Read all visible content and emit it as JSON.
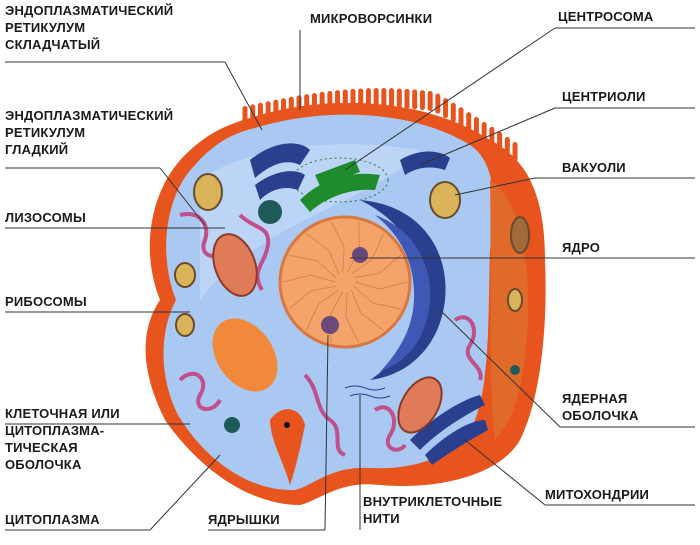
{
  "labels": {
    "er_rough": "ЭНДОПЛАЗМАТИЧЕСКИЙ\nРЕТИКУЛУМ\nСКЛАДЧАТЫЙ",
    "microvilli": "МИКРОВОРСИНКИ",
    "centrosome": "ЦЕНТРОСОМА",
    "centrioles": "ЦЕНТРИОЛИ",
    "er_smooth": "ЭНДОПЛАЗМАТИЧЕСКИЙ\nРЕТИКУЛУМ\nГЛАДКИЙ",
    "vacuoles": "ВАКУОЛИ",
    "lysosomes": "ЛИЗОСОМЫ",
    "nucleus": "ЯДРО",
    "ribosomes": "РИБОСОМЫ",
    "nuclear_envelope": "ЯДЕРНАЯ\nОБОЛОЧКА",
    "cell_membrane": "КЛЕТОЧНАЯ ИЛИ\nЦИТОПЛАЗМА-\nТИЧЕСКАЯ\nОБОЛОЧКА",
    "mitochondria": "МИТОХОНДРИИ",
    "intracellular_filaments": "ВНУТРИКЛЕТОЧНЫЕ\nНИТИ",
    "cytoplasm": "ЦИТОПЛАЗМА",
    "nucleoli": "ЯДРЫШКИ"
  },
  "colors": {
    "membrane": "#e8541e",
    "cytoplasm": "#a9c8f2",
    "nucleus": "#f4a46a",
    "nuclear_envelope": "#2b3f8f",
    "er_smooth": "#c0508a",
    "mitochondria": "#e07b5a",
    "golgi": "#1f8c2c",
    "vacuole": "#d9b45a"
  }
}
